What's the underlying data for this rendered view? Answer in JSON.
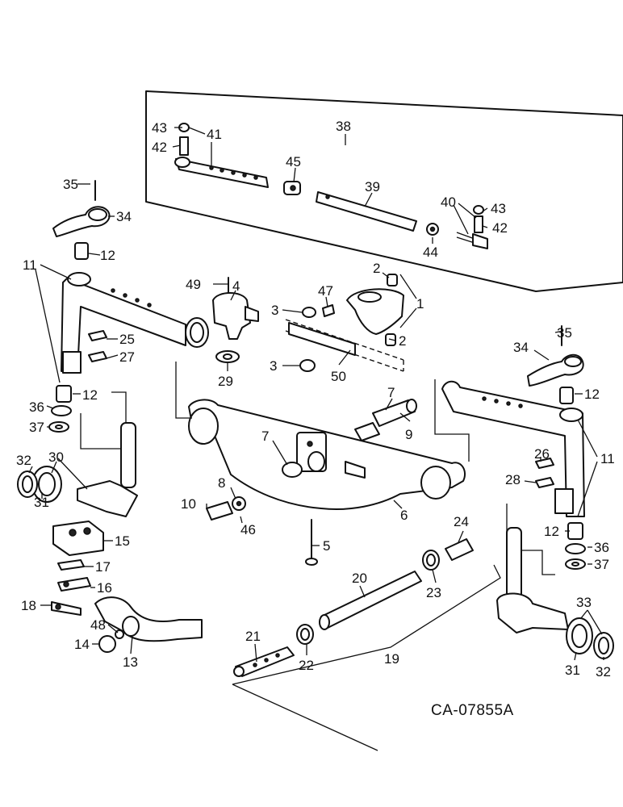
{
  "drawing_ref": "CA-07855A",
  "callouts": {
    "c1": "1",
    "c2a": "2",
    "c2b": "2",
    "c3a": "3",
    "c3b": "3",
    "c4": "4",
    "c5": "5",
    "c6": "6",
    "c7a": "7",
    "c7b": "7",
    "c8": "8",
    "c9": "9",
    "c10": "10",
    "c11a": "11",
    "c11b": "11",
    "c12a": "12",
    "c12b": "12",
    "c12c": "12",
    "c12d": "12",
    "c13": "13",
    "c14": "14",
    "c15": "15",
    "c16": "16",
    "c17": "17",
    "c18": "18",
    "c19": "19",
    "c20": "20",
    "c21": "21",
    "c22": "22",
    "c23": "23",
    "c24": "24",
    "c25": "25",
    "c26": "26",
    "c27": "27",
    "c28": "28",
    "c29": "29",
    "c30": "30",
    "c31a": "31",
    "c31b": "31",
    "c32a": "32",
    "c32b": "32",
    "c33": "33",
    "c34a": "34",
    "c34b": "34",
    "c35a": "35",
    "c35b": "35",
    "c36a": "36",
    "c36b": "36",
    "c37a": "37",
    "c37b": "37",
    "c38": "38",
    "c39": "39",
    "c40": "40",
    "c41": "41",
    "c42a": "42",
    "c42b": "42",
    "c43a": "43",
    "c43b": "43",
    "c44": "44",
    "c45": "45",
    "c46": "46",
    "c47": "47",
    "c48": "48",
    "c49": "49",
    "c50": "50"
  }
}
